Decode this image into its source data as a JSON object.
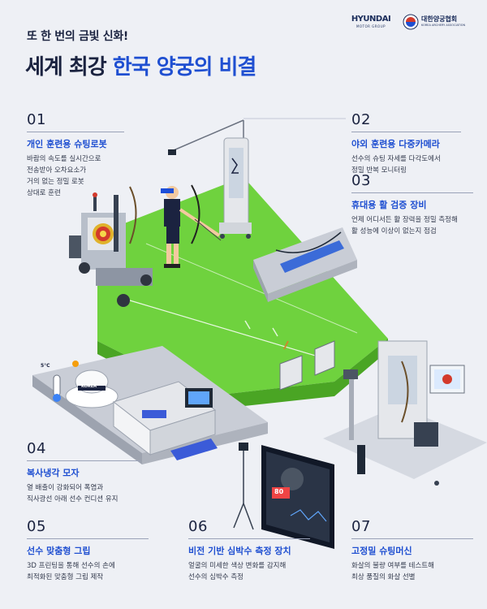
{
  "header": {
    "eyebrow": "또 한 번의 금빛 신화!",
    "title_dark": "세계 최강 ",
    "title_blue": "한국 양궁의 비결"
  },
  "logos": {
    "hyundai_brand": "HYUNDAI",
    "hyundai_sub": "MOTOR GROUP",
    "kaa_korean": "대한양궁협회",
    "kaa_english": "KOREA ARCHERY ASSOCIATION"
  },
  "features": [
    {
      "num": "01",
      "title": "개인 훈련용 슈팅로봇",
      "desc": [
        "바람의 속도를 실시간으로",
        "전송받아 오차요소가",
        "거의 없는 정밀 로봇",
        "상대로 훈련"
      ]
    },
    {
      "num": "02",
      "title": "야외 훈련용 다중카메라",
      "desc": [
        "선수의 슈팅 자세를 다각도에서",
        "정밀 반복 모니터링"
      ]
    },
    {
      "num": "03",
      "title": "휴대용 활 검증 장비",
      "desc": [
        "언제 어디서든 활 장력을 정밀 측정해",
        "활 성능에 이상이 없는지 점검"
      ]
    },
    {
      "num": "04",
      "title": "복사냉각 모자",
      "desc": [
        "열 배출이 강화되어 폭염과",
        "직사광선 아래 선수 컨디션 유지"
      ]
    },
    {
      "num": "05",
      "title": "선수 맞춤형 그립",
      "desc": [
        "3D 프린팅을 통해 선수의 손에",
        "최적화된 맞춤형 그립 제작"
      ]
    },
    {
      "num": "06",
      "title": "비전 기반 심박수 측정 장치",
      "desc": [
        "얼굴의 미세한 색상 변화를 감지해",
        "선수의 심박수 측정"
      ]
    },
    {
      "num": "07",
      "title": "고정밀 슈팅머신",
      "desc": [
        "화살의 불량 여부를 테스트해",
        "최상 품질의 화살 선별"
      ]
    }
  ],
  "illustration_labels": {
    "hat_label": "KOREA",
    "thermometer_label": "5°C",
    "monitor_readout": "80"
  },
  "colors": {
    "accent_blue": "#1f4fd1",
    "dark_navy": "#1b2340",
    "field_green": "#6bcf3a",
    "background": "#eef0f5"
  }
}
